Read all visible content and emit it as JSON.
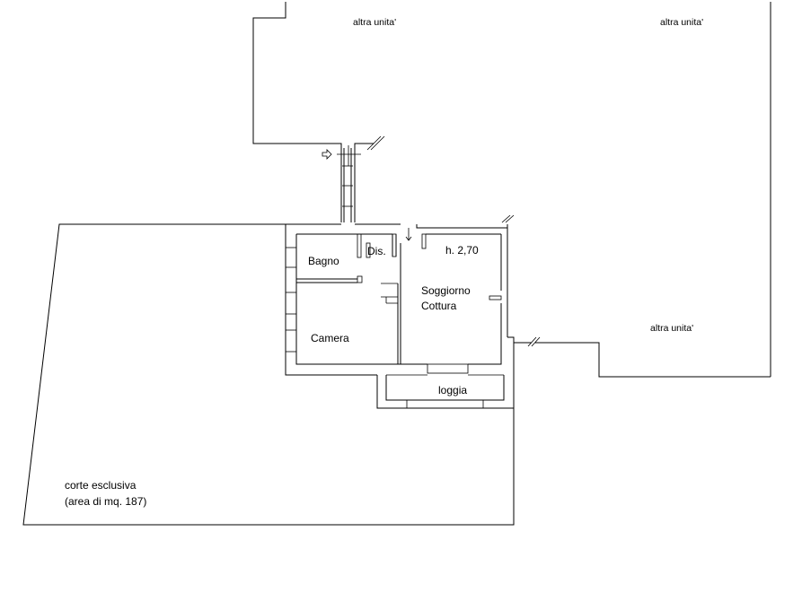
{
  "plan": {
    "other_unit_labels": [
      "altra unita'",
      "altra unita'",
      "altra unita'"
    ],
    "rooms": {
      "bagno": "Bagno",
      "dis": "Dis.",
      "ceiling_height": "h. 2,70",
      "soggiorno": "Soggiorno",
      "cottura": "Cottura",
      "camera": "Camera",
      "loggia": "loggia"
    },
    "courtyard": {
      "line1": "corte esclusiva",
      "line2": "(area di mq. 187)"
    }
  }
}
